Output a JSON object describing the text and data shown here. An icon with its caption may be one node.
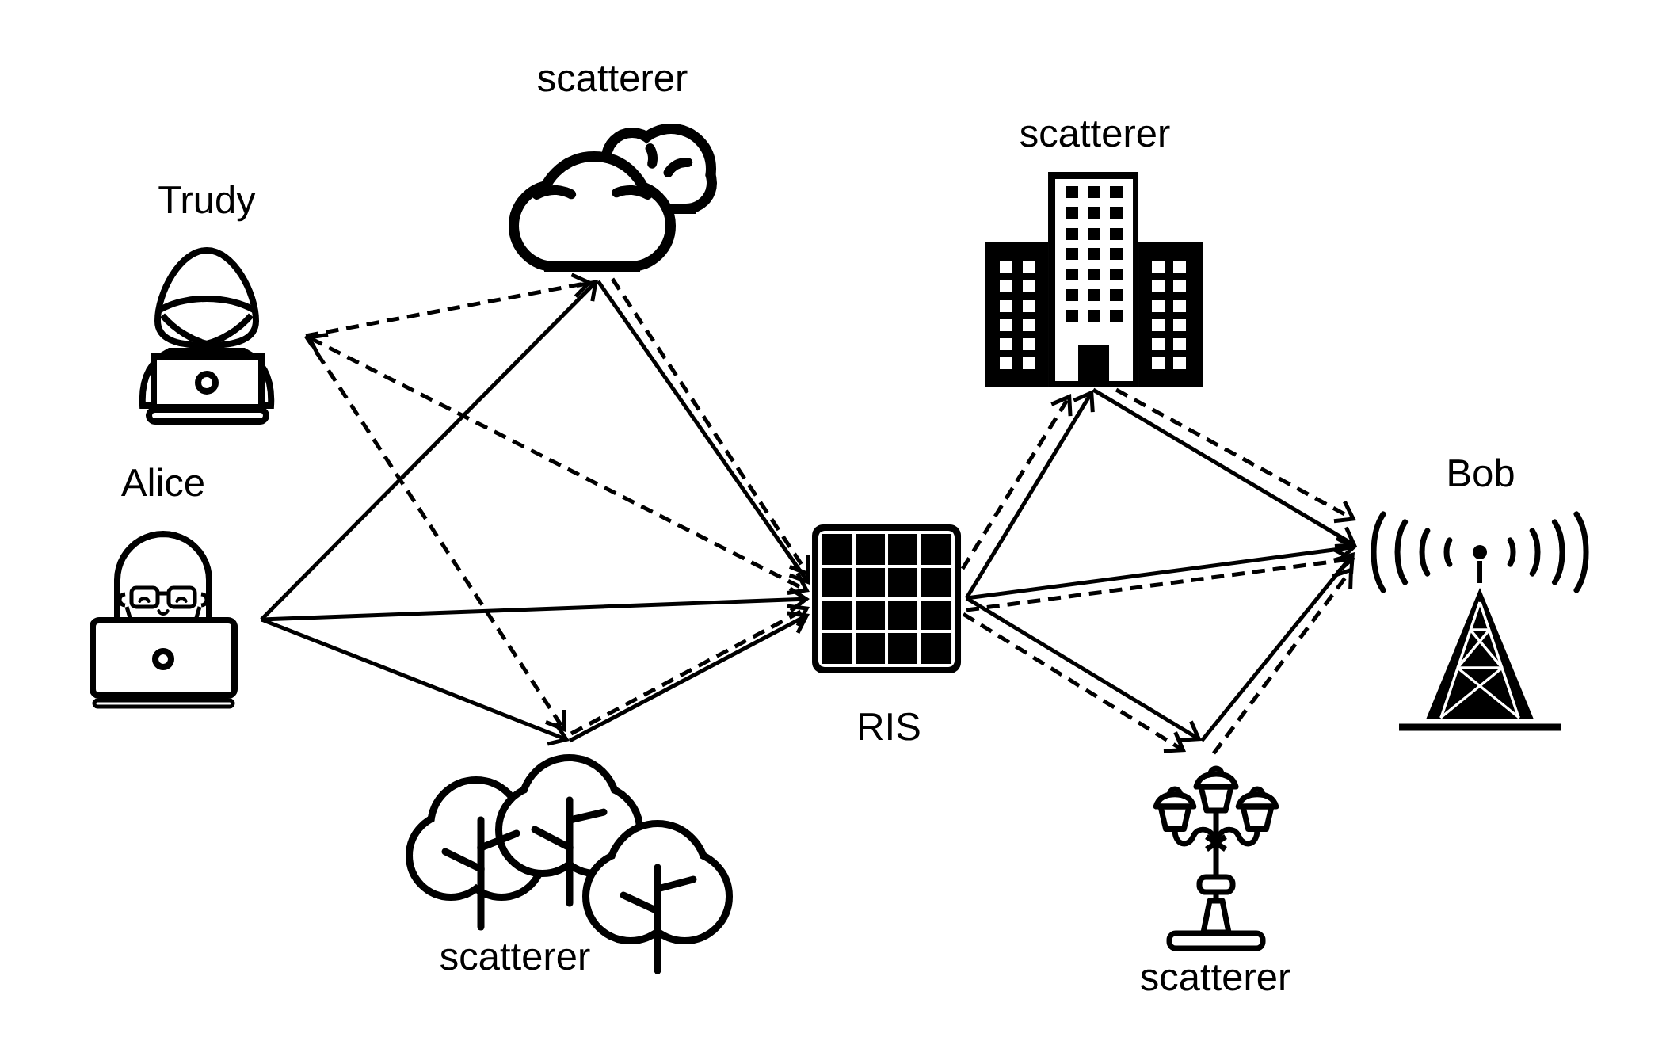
{
  "diagram": {
    "nodes": [
      {
        "text": [
          "Trudy"
        ]
      },
      {
        "text": [
          "Alice"
        ]
      },
      {
        "text": [
          "scatterer"
        ]
      },
      {
        "text": [
          "scatterer"
        ]
      },
      {
        "text": [
          "RIS"
        ]
      },
      {
        "text": [
          "scatterer"
        ]
      },
      {
        "text": [
          "scatterer"
        ]
      },
      {
        "text": [
          "Bob"
        ]
      }
    ],
    "edges": [
      {
        "from": 1,
        "to": 2,
        "arrow": "to"
      },
      {
        "from": 1,
        "to": 4,
        "arrow": "to"
      },
      {
        "from": 1,
        "to": 3,
        "arrow": "to"
      },
      {
        "from": 0,
        "to": 2,
        "arrow": "to",
        "style": "dashed"
      },
      {
        "from": 0,
        "to": 4,
        "arrow": "both",
        "style": "dashed"
      },
      {
        "from": 0,
        "to": 3,
        "arrow": "to",
        "style": "dashed"
      },
      {
        "from": 2,
        "to": 4,
        "arrow": "to"
      },
      {
        "from": 2,
        "to": 4,
        "arrow": "to",
        "style": "dashed"
      },
      {
        "from": 3,
        "to": 4,
        "arrow": "to"
      },
      {
        "from": 3,
        "to": 4,
        "arrow": "to",
        "style": "dashed"
      },
      {
        "from": 4,
        "to": 5,
        "arrow": "to"
      },
      {
        "from": 4,
        "to": 5,
        "arrow": "to",
        "style": "dashed"
      },
      {
        "from": 4,
        "to": 7,
        "arrow": "to"
      },
      {
        "from": 4,
        "to": 7,
        "arrow": "to",
        "style": "dashed"
      },
      {
        "from": 4,
        "to": 6,
        "arrow": "to"
      },
      {
        "from": 4,
        "to": 6,
        "arrow": "to",
        "style": "dashed"
      },
      {
        "from": 5,
        "to": 7,
        "arrow": "to"
      },
      {
        "from": 5,
        "to": 7,
        "arrow": "to",
        "style": "dashed"
      },
      {
        "from": 6,
        "to": 7,
        "arrow": "to"
      },
      {
        "from": 6,
        "to": 7,
        "arrow": "to",
        "style": "dashed"
      }
    ]
  }
}
